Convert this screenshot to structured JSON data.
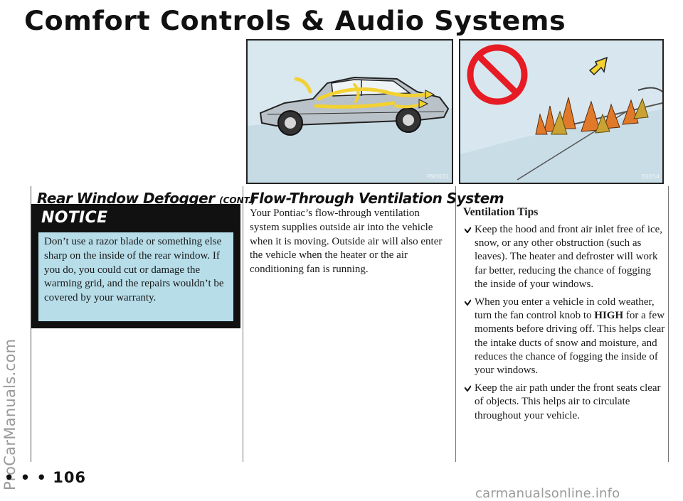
{
  "title": "Comfort Controls & Audio Systems",
  "watermark_side": "ProCarManuals.com",
  "watermark_footer": "carmanualsonline.info",
  "page_number": "106",
  "page_number_dots": "• • •",
  "left_column": {
    "heading": "Rear Window Defogger",
    "heading_suffix": "(CONT.)",
    "notice": {
      "label": "NOTICE",
      "text": "Don’t use a razor blade or something else sharp on the inside of the rear window. If you do, you could cut or damage the warming grid, and the repairs wouldn’t be covered by your warranty."
    }
  },
  "middle_column": {
    "heading": "Flow-Through Ventilation System",
    "text": "Your Pontiac’s flow-through ventilation system supplies outside air into the vehicle when it is moving. Outside air will also enter the vehicle when the heater or the air conditioning fan is running."
  },
  "right_column": {
    "heading": "Ventilation Tips",
    "tips": [
      {
        "lead": "Keep the hood and front air inlet free of ice, snow, or any other obstruction (such as leaves). The heater and defroster will work far better, reducing the chance of fogging the inside of your windows.",
        "bold": "",
        "trail": ""
      },
      {
        "lead": "When you enter a vehicle in cold weather, turn the fan control knob to",
        "bold": "HIGH",
        "trail": " for a few moments before driving off. This helps clear the intake ducts of snow and moisture, and reduces the chance of fogging the inside of your windows."
      },
      {
        "lead": "Keep the air path under the front seats clear of objects. This helps air to circulate throughout your vehicle.",
        "bold": "",
        "trail": ""
      }
    ]
  },
  "illustrations": {
    "car_code": "PN0001",
    "leaves_code": "E0054"
  },
  "colors": {
    "notice_background": "#b7dde9",
    "illustration_sky": "#cfe0e9",
    "airflow_yellow": "#f2d233",
    "leaf_orange": "#e07a2a"
  }
}
